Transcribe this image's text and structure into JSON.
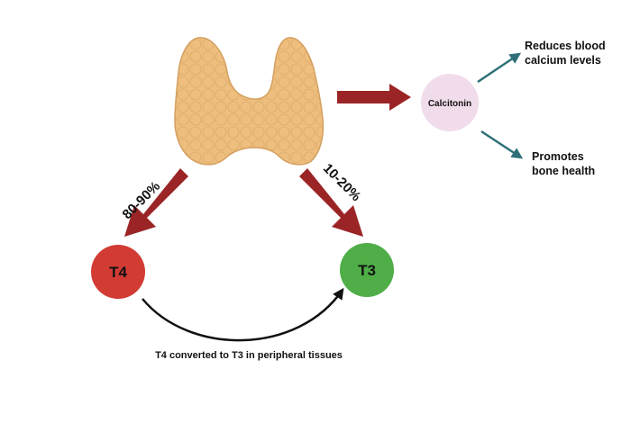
{
  "nodes": {
    "calcitonin": "Calcitonin",
    "t4": "T4",
    "t3": "T3"
  },
  "outputs": {
    "reduces": [
      "Reduces blood",
      "calcium levels"
    ],
    "promotes": [
      "Promotes",
      "bone health"
    ]
  },
  "arrow_labels": {
    "to_t4": "80-90%",
    "to_t3": "10-20%",
    "conversion": "T4 converted to T3 in peripheral tissues"
  },
  "colors": {
    "thyroid_fill": "#EDBE7E",
    "thyroid_outline": "#D49F5F",
    "red_arrow": "#9B2526",
    "teal_arrow": "#2E6F78",
    "calcitonin_fill": "#F1DCEB",
    "t4_fill": "#D13B34",
    "t3_fill": "#4FAE47",
    "text": "#111111"
  },
  "icons": {
    "thyroid": "thyroid-gland-icon"
  }
}
